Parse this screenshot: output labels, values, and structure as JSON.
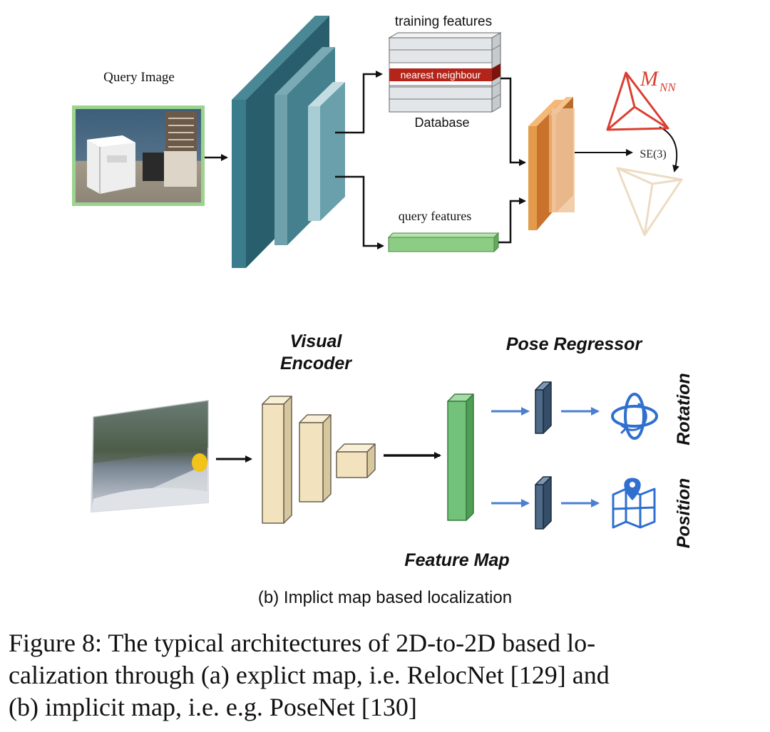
{
  "part_a": {
    "query_image_label": "Query Image",
    "training_features_label": "training features",
    "nearest_neighbour_label": "nearest neighbour",
    "database_label": "Database",
    "query_features_label": "query features",
    "pose_label": "M",
    "pose_label_sub": "NN",
    "transform_label": "SE(3)"
  },
  "part_b": {
    "visual_encoder_line1": "Visual",
    "visual_encoder_line2": "Encoder",
    "pose_regressor_label": "Pose Regressor",
    "feature_map_label": "Feature Map",
    "rotation_label": "Rotation",
    "position_label": "Position",
    "subcaption": "(b) Implict map based localization"
  },
  "caption": {
    "line1": "Figure 8: The typical architectures of 2D-to-2D based lo-",
    "line2": "calization through (a) explict map, i.e. RelocNet [129] and",
    "line3": "(b) implicit map, i.e. e.g. PoseNet [130]"
  },
  "colors": {
    "teal_dark": "#2e6f7e",
    "teal_mid": "#4e8b98",
    "teal_light": "#7fb3bd",
    "database_gray": "#e3e6e8",
    "nearest_red": "#b3241a",
    "query_green": "#8ccc84",
    "orange": "#e39a4a",
    "pose_red": "#d94032",
    "encoder_beige": "#f2e2bd",
    "feature_green": "#73c27a",
    "regressor_slate": "#4e6a86",
    "arrow_blue": "#4a7fd1"
  }
}
